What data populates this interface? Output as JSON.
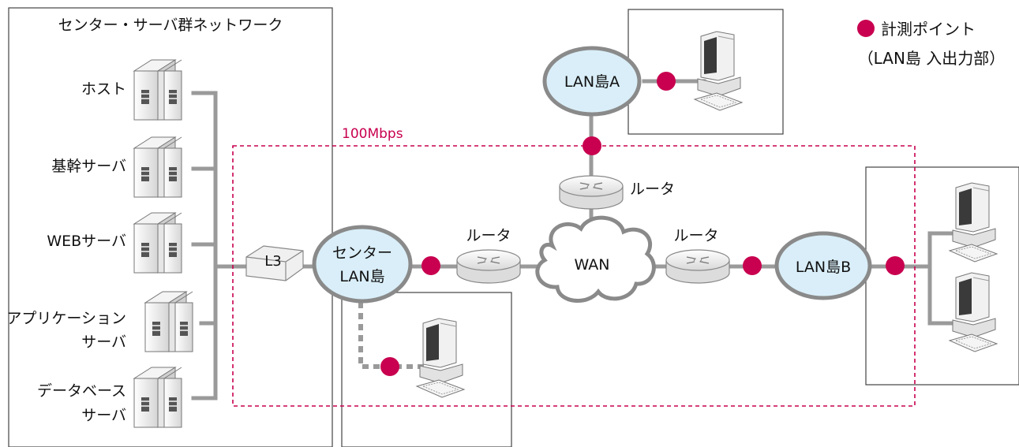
{
  "center_group": {
    "title": "センター・サーバ群ネットワーク",
    "servers": [
      {
        "lines": [
          "ホスト"
        ]
      },
      {
        "lines": [
          "基幹サーバ"
        ]
      },
      {
        "lines": [
          "WEBサーバ"
        ]
      },
      {
        "lines": [
          "アプリケーション",
          "サーバ"
        ]
      },
      {
        "lines": [
          "データベース",
          "サーバ"
        ]
      }
    ]
  },
  "nodes": {
    "l3": "L3",
    "center_lan_line1": "センター",
    "center_lan_line2": "LAN島",
    "lan_a": "LAN島A",
    "lan_b": "LAN島B",
    "wan": "WAN",
    "router_top": "ルータ",
    "router_left": "ルータ",
    "router_right": "ルータ"
  },
  "bandwidth_label": "100Mbps",
  "legend": {
    "marker_label": "計測ポイント",
    "sub_label": "（LAN島 入出力部）"
  },
  "colors": {
    "measure_point": "#c8004f",
    "lan_fill": "#d9eef8",
    "lan_stroke": "#8a8a8a",
    "link": "#9a9a9a",
    "dashed_frame": "#c8004f"
  }
}
